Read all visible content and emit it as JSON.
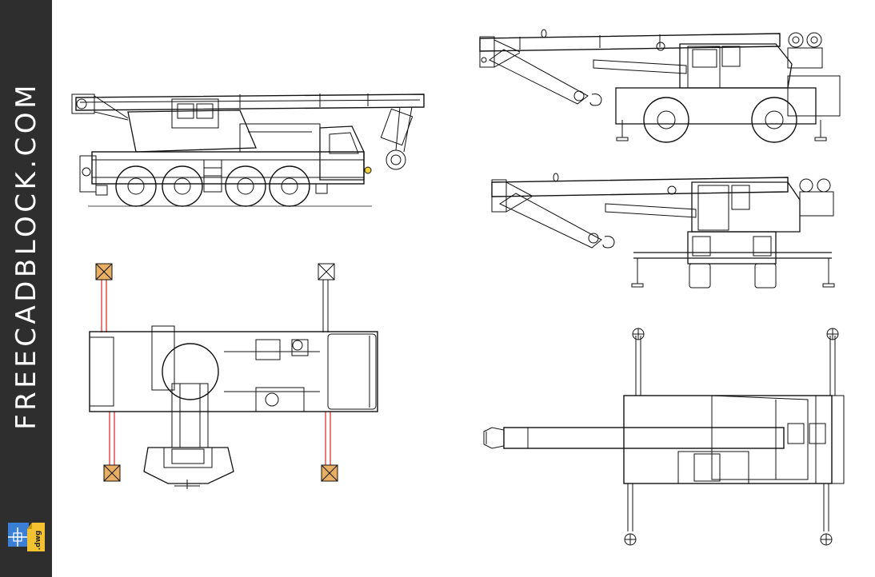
{
  "brand": {
    "site_name": "FREECADBLOCK.COM",
    "file_badge": ".dwg",
    "icon": "dwg-file-icon"
  },
  "sheet": {
    "title": "",
    "views": [
      {
        "id": "all-terrain-side",
        "label": ""
      },
      {
        "id": "all-terrain-top",
        "label": ""
      },
      {
        "id": "rough-terrain-side",
        "label": ""
      },
      {
        "id": "rough-terrain-front",
        "label": ""
      },
      {
        "id": "rough-terrain-top",
        "label": ""
      }
    ]
  },
  "colors": {
    "sidebar": "#2e2e2e",
    "line": "#111111",
    "outrigger": "#e02020",
    "pad": "#e8b060",
    "logo_blue": "#3a7fd5",
    "logo_yellow": "#f2c230"
  }
}
